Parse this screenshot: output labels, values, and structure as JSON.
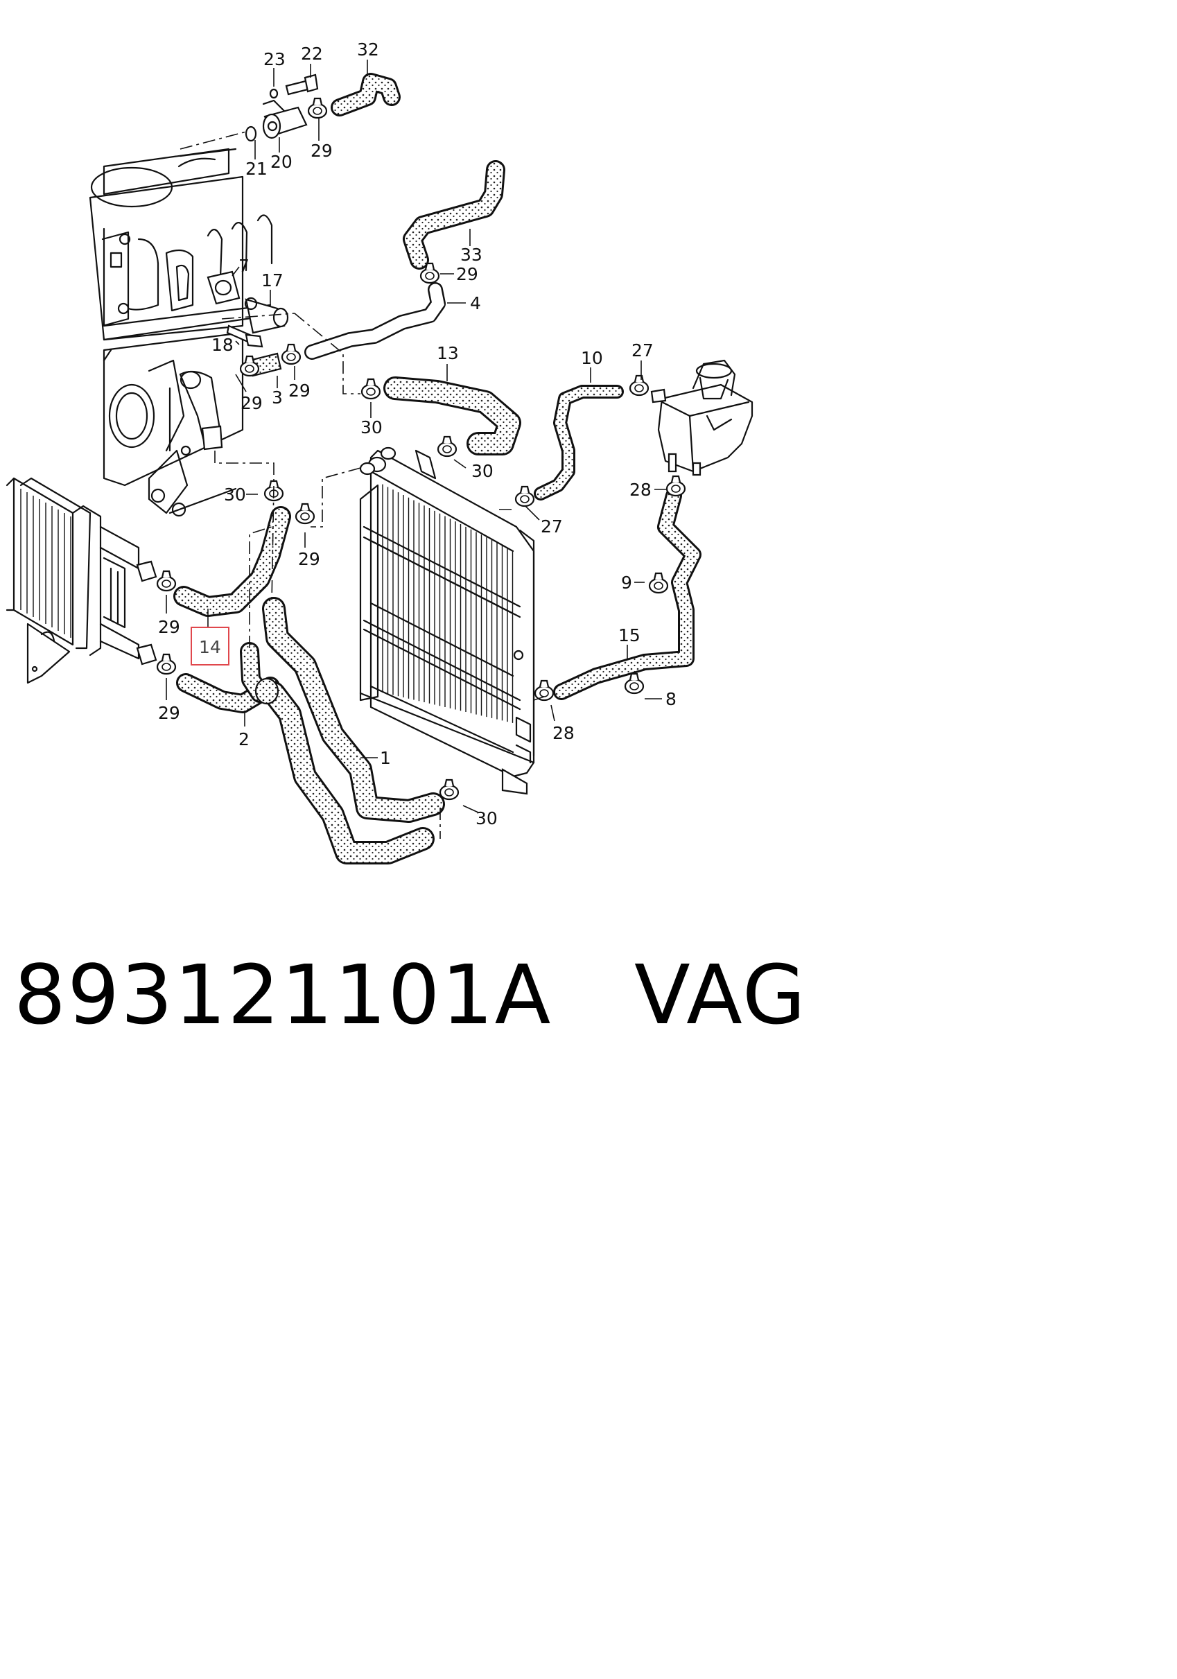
{
  "callouts": {
    "c1": "1",
    "c2": "2",
    "c3": "3",
    "c4": "4",
    "c7": "7",
    "c8": "8",
    "c9": "9",
    "c10": "10",
    "c13": "13",
    "c14": "14",
    "c15": "15",
    "c17": "17",
    "c18": "18",
    "c20": "20",
    "c21": "21",
    "c22": "22",
    "c23": "23",
    "c27a": "27",
    "c27b": "27",
    "c28a": "28",
    "c28b": "28",
    "c29a": "29",
    "c29b": "29",
    "c29c": "29",
    "c29d": "29",
    "c29e": "29",
    "c29f": "29",
    "c29g": "29",
    "c30a": "30",
    "c30b": "30",
    "c30c": "30",
    "c30d": "30",
    "c32": "32",
    "c33": "33"
  },
  "highlight": {
    "part_number": "14",
    "color": "#e0474c"
  },
  "footer": {
    "part_code": "893121101A",
    "brand": "VAG"
  },
  "icons": [
    "engine-block-icon",
    "radiator-icon",
    "oil-cooler-icon",
    "expansion-tank-icon",
    "hose-clamp-icon"
  ]
}
